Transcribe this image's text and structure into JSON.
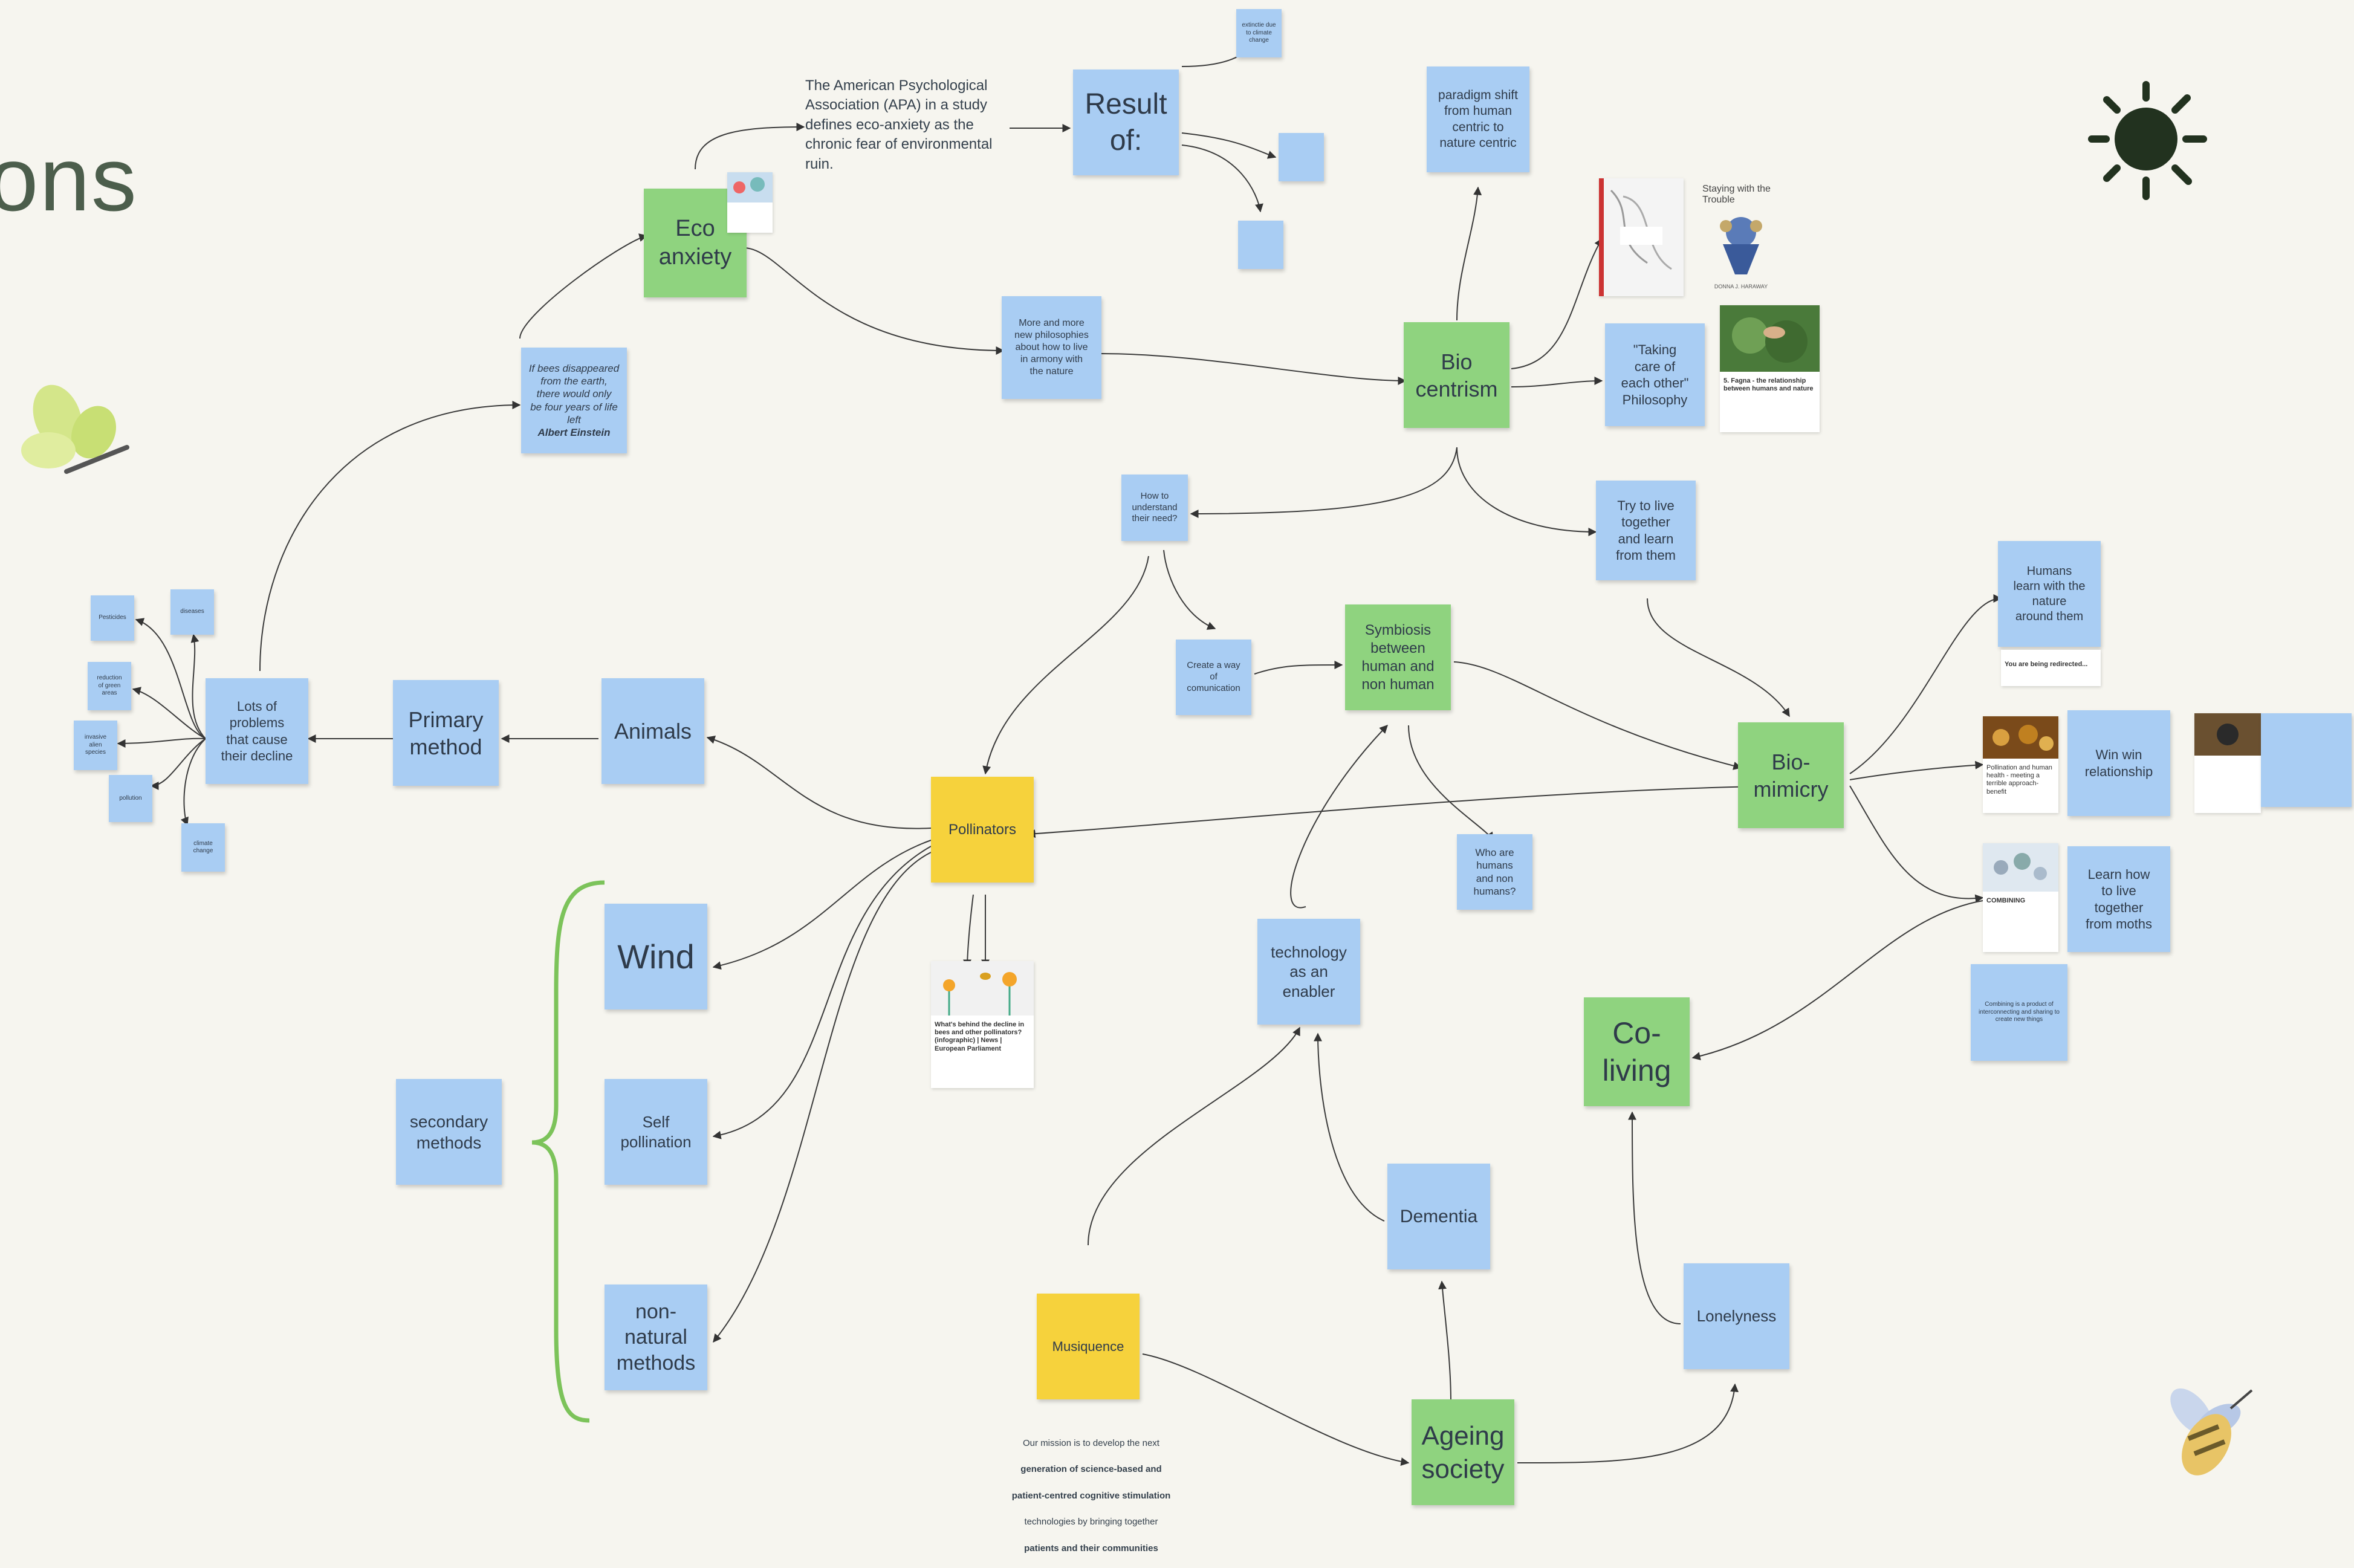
{
  "board": {
    "title_fragment": "ons"
  },
  "notes": {
    "eco_anxiety": "Eco\nanxiety",
    "result_of": "Result\nof:",
    "result_sub_1": "extinctie due\nto climate\nchange",
    "result_sub_2": "",
    "result_sub_3": "",
    "paradigm_shift": "paradigm shift\nfrom human\ncentric to\nnature centric",
    "einstein_quote": "If bees disappeared\nfrom the earth,\nthere would only\nbe four years of life\nleft",
    "einstein_author": "Albert Einstein",
    "more_philosophies": "More and more\nnew philosophies\nabout how to live\nin armony with\nthe nature",
    "bio_centrism": "Bio\ncentrism",
    "taking_care": "\"Taking\ncare of\neach other\"\nPhilosophy",
    "how_to_understand": "How to\nunderstand\ntheir need?",
    "try_to_live": "Try to live\ntogether\nand learn\nfrom them",
    "humans_learn": "Humans\nlearn with the\nnature\naround them",
    "symbiosis": "Symbiosis\nbetween\nhuman and\nnon human",
    "create_way": "Create a way\nof\ncomunication",
    "bio_mimicry": "Bio-\nmimicry",
    "win_win": "Win win\nrelationship",
    "learn_moths": "Learn how\nto live\ntogether\nfrom moths",
    "lots_of_problems": "Lots of\nproblems\nthat cause\ntheir decline",
    "primary_method": "Primary\nmethod",
    "animals": "Animals",
    "pollinators": "Pollinators",
    "pesticides": "Pesticides",
    "diseases": "diseases",
    "reduction_green": "reduction\nof green\nareas",
    "invasive": "invasive\nalien\nspecies",
    "pollution": "pollution",
    "climate_change": "climate\nchange",
    "wind": "Wind",
    "self_pollination": "Self\npollination",
    "non_natural": "non-\nnatural\nmethods",
    "secondary_methods": "secondary\nmethods",
    "who_are_humans": "Who are\nhumans\nand non\nhumans?",
    "technology": "technology\nas an\nenabler",
    "co_living": "Co-\nliving",
    "dementia": "Dementia",
    "lonelyness": "Lonelyness",
    "musiquence": "Musiquence",
    "ageing_society": "Ageing\nsociety",
    "comb_note": "Combining is a product of\ninterconnecting and sharing to\ncreate new things"
  },
  "texts": {
    "apa_definition": "The American Psychological\nAssociation (APA) in a study\ndefines eco-anxiety as the\nchronic fear of environmental\nruin.",
    "musiquence_mission_1": "Our mission is to develop the next",
    "musiquence_mission_2": "generation of science-based and",
    "musiquence_mission_3": "patient-centred cognitive stimulation",
    "musiquence_mission_4": "technologies by bringing together",
    "musiquence_mission_5": "patients and their communities"
  },
  "cards": {
    "pollinators_article_title": "What's behind the\ndecline in bees and\nother pollinators?\n(infographic) | News |\nEuropean Parliament",
    "staying_trouble_title": "Staying with the Trouble",
    "staying_trouble_author": "DONNA J. HARAWAY",
    "fagna_title": "5. Fagna - the\nrelationship between\nhumans and nature",
    "redirect_text": "You are being\nredirected...",
    "pollination_card": "Pollination and human\nhealth - meeting a\nterrible approach-\nbenefit",
    "comb_card": "COMBINING"
  },
  "colors": {
    "background": "#f6f5ef",
    "note_blue": "#a9cdf3",
    "note_green": "#8fd37f",
    "note_yellow": "#f6d23c",
    "bracket_green": "#7cc35a",
    "sun": "#22321f"
  },
  "icons": {
    "sun": "sun-icon",
    "butterfly": "butterfly-icon",
    "bee": "bee-icon"
  }
}
